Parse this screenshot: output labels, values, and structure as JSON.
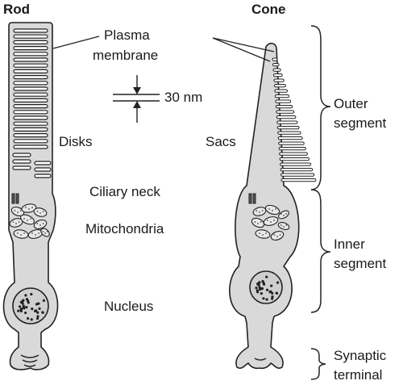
{
  "diagram": {
    "titles": {
      "rod": "Rod",
      "cone": "Cone"
    },
    "labels": {
      "plasma_membrane": [
        "Plasma",
        "membrane"
      ],
      "spacing": "30 nm",
      "disks": "Disks",
      "sacs": "Sacs",
      "ciliary_neck": "Ciliary neck",
      "mitochondria": "Mitochondria",
      "nucleus": "Nucleus"
    },
    "segments": {
      "outer": [
        "Outer",
        "segment"
      ],
      "inner": [
        "Inner",
        "segment"
      ],
      "synaptic": [
        "Synaptic",
        "terminal"
      ]
    },
    "colors": {
      "cell_fill": "#d9d9d9",
      "outline": "#222222",
      "mito_fill": "#e8e8e8"
    }
  }
}
